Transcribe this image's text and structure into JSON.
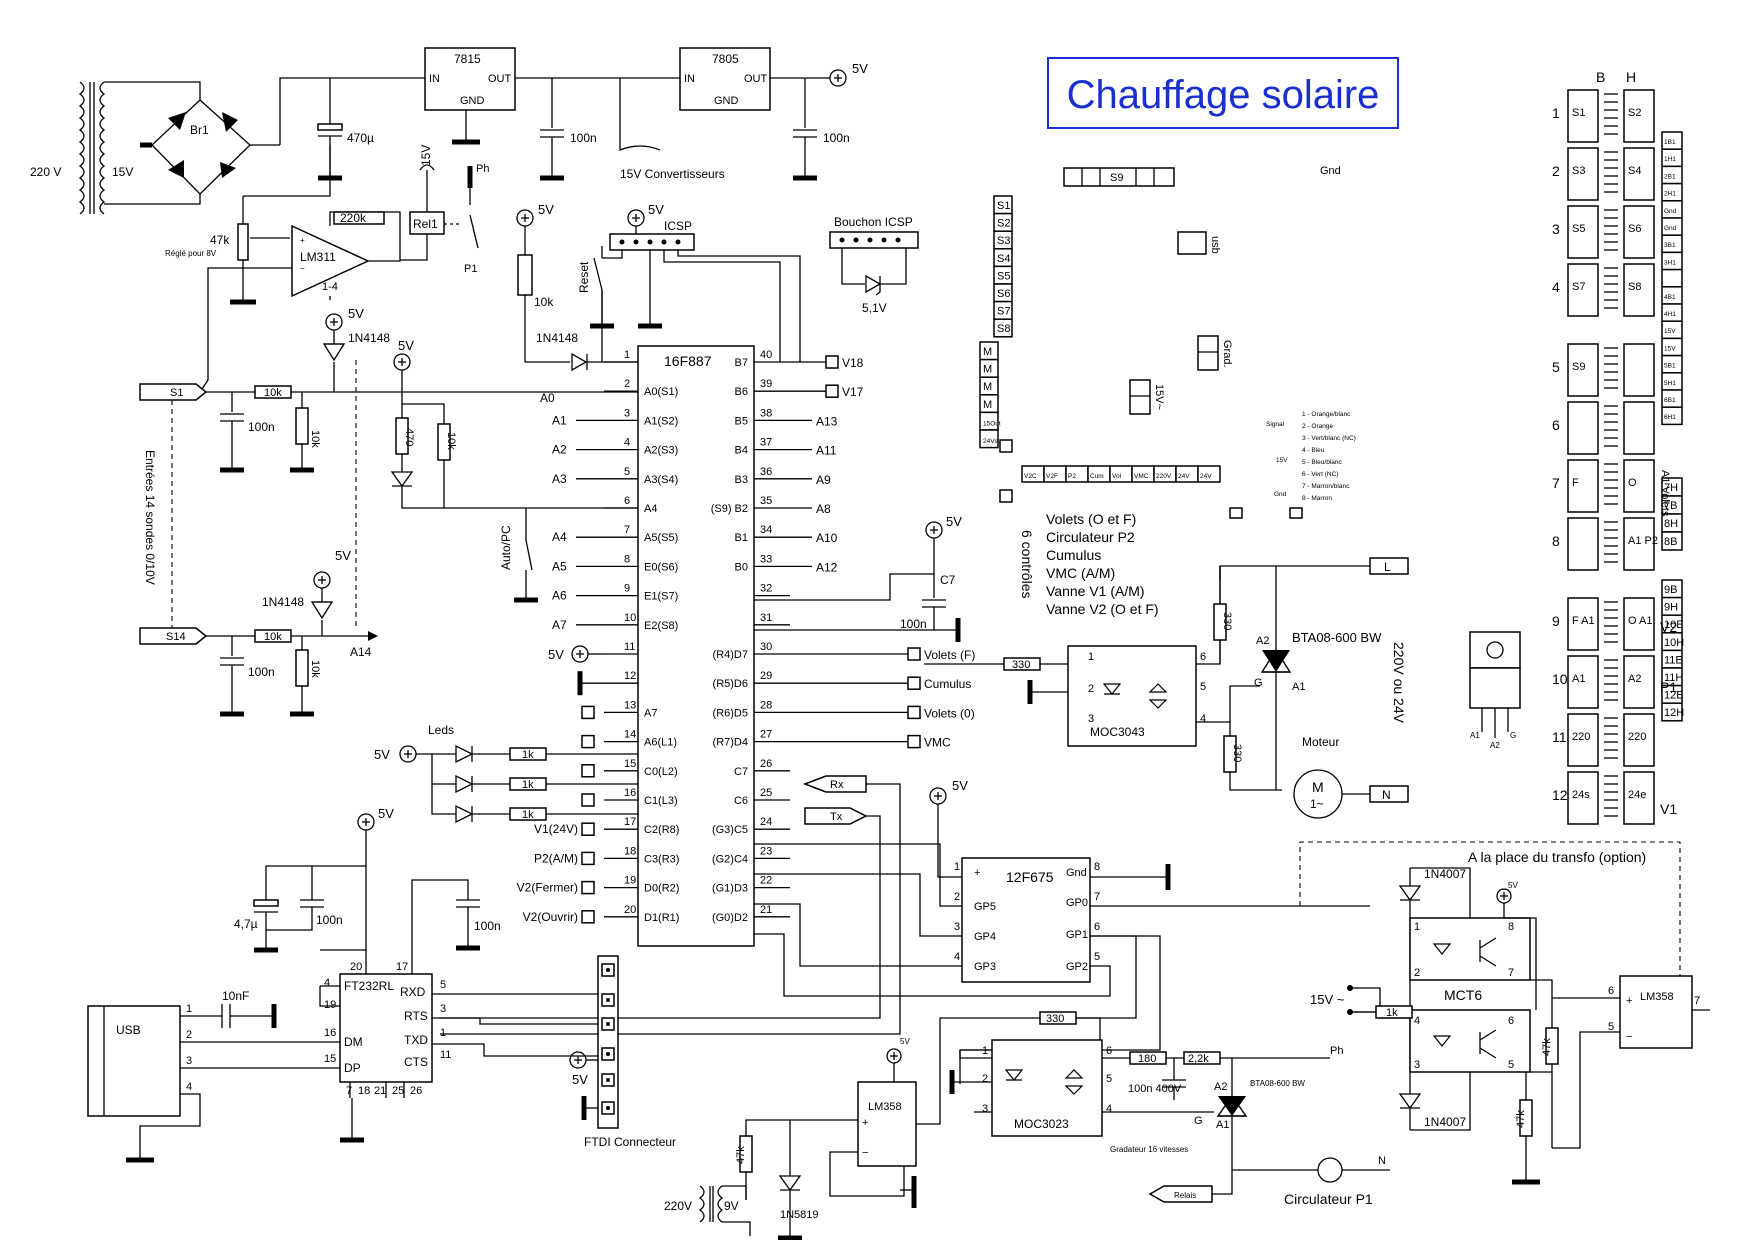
{
  "title": "Chauffage solaire",
  "regulators": {
    "r1": "7815",
    "r2": "7805",
    "in": "IN",
    "out": "OUT",
    "gnd": "GND"
  },
  "power": {
    "mains": "220 V",
    "secondary": "15V",
    "bridge": "Br1",
    "cap470": "470µ",
    "c100n": "100n",
    "v5": "5V",
    "v15": "15V",
    "conv": "15V Convertisseurs"
  },
  "relay": {
    "pot": "47k",
    "pot_note": "Réglé pour 8V",
    "opamp": "LM311",
    "r220k": "220k",
    "rel": "Rel1",
    "ph": "Ph",
    "p1": "P1",
    "pin1_4": "1-4"
  },
  "icsp": {
    "label": "ICSP",
    "plug": "Bouchon ICSP",
    "zener": "5,1V",
    "reset": "Reset",
    "r10k": "10k",
    "diode": "1N4148"
  },
  "mcu": {
    "name": "16F887",
    "left_pins": [
      {
        "n": "1",
        "label": ""
      },
      {
        "n": "2",
        "label": "A0(S1)"
      },
      {
        "n": "3",
        "label": "A1(S2)"
      },
      {
        "n": "4",
        "label": "A2(S3)"
      },
      {
        "n": "5",
        "label": "A3(S4)"
      },
      {
        "n": "6",
        "label": "A4"
      },
      {
        "n": "7",
        "label": "A5(S5)"
      },
      {
        "n": "8",
        "label": "E0(S6)"
      },
      {
        "n": "9",
        "label": "E1(S7)"
      },
      {
        "n": "10",
        "label": "E2(S8)"
      },
      {
        "n": "11",
        "label": ""
      },
      {
        "n": "12",
        "label": ""
      },
      {
        "n": "13",
        "label": "A7"
      },
      {
        "n": "14",
        "label": "A6(L1)"
      },
      {
        "n": "15",
        "label": "C0(L2)"
      },
      {
        "n": "16",
        "label": "C1(L3)"
      },
      {
        "n": "17",
        "label": "C2(R8)"
      },
      {
        "n": "18",
        "label": "C3(R3)"
      },
      {
        "n": "19",
        "label": "D0(R2)"
      },
      {
        "n": "20",
        "label": "D1(R1)"
      }
    ],
    "right_pins": [
      {
        "n": "40",
        "label": "B7"
      },
      {
        "n": "39",
        "label": "B6"
      },
      {
        "n": "38",
        "label": "B5"
      },
      {
        "n": "37",
        "label": "B4"
      },
      {
        "n": "36",
        "label": "B3"
      },
      {
        "n": "35",
        "label": "(S9) B2"
      },
      {
        "n": "34",
        "label": "B1"
      },
      {
        "n": "33",
        "label": "B0"
      },
      {
        "n": "32",
        "label": ""
      },
      {
        "n": "31",
        "label": ""
      },
      {
        "n": "30",
        "label": "(R4)D7"
      },
      {
        "n": "29",
        "label": "(R5)D6"
      },
      {
        "n": "28",
        "label": "(R6)D5"
      },
      {
        "n": "27",
        "label": "(R7)D4"
      },
      {
        "n": "26",
        "label": "C7"
      },
      {
        "n": "25",
        "label": "C6"
      },
      {
        "n": "24",
        "label": "(G3)C5"
      },
      {
        "n": "23",
        "label": "(G2)C4"
      },
      {
        "n": "22",
        "label": "(G1)D3"
      },
      {
        "n": "21",
        "label": "(G0)D2"
      }
    ],
    "left_nets": [
      "A0",
      "A1",
      "A2",
      "A3",
      "A4",
      "A5",
      "A6",
      "A7"
    ],
    "right_nets": [
      "V18",
      "V17",
      "A13",
      "A11",
      "A9",
      "A8",
      "A10",
      "A12"
    ],
    "left_io": [
      "V1(24V)",
      "P2(A/M)",
      "V2(Fermer)",
      "V2(Ouvrir)"
    ],
    "right_io": [
      "Volets (F)",
      "Cumulus",
      "Volets (0)",
      "VMC"
    ],
    "c7": "C7",
    "autopc": "Auto/PC",
    "leds": "Leds",
    "r1k": "1k",
    "rx": "Rx",
    "tx": "Tx"
  },
  "inputs": {
    "s1": "S1",
    "s14": "S14",
    "a14": "A14",
    "r10k": "10k",
    "r470": "470",
    "note": "Entrées 14 sondes 0/10V"
  },
  "moc3043": {
    "name": "MOC3043",
    "r330": "330",
    "triac": "BTA08-600 BW",
    "l": "L",
    "n": "N",
    "motor": "Moteur",
    "m": "M",
    "mains": "220V ou 24V",
    "a1": "A1",
    "a2": "A2",
    "g": "G"
  },
  "controls": {
    "label": "6 contrôles",
    "items": [
      "Volets (O et F)",
      "Circulateur P2",
      "Cumulus",
      "VMC (A/M)",
      "Vanne V1 (A/M)",
      "Vanne V2 (O et F)"
    ]
  },
  "pic12": {
    "name": "12F675",
    "pins_left": [
      "+",
      "GP5",
      "GP4",
      "GP3"
    ],
    "pins_right": [
      "Gnd",
      "GP0",
      "GP1",
      "GP2"
    ]
  },
  "usb": {
    "label": "USB",
    "cap": "10nF",
    "ftdi": "FT232RL",
    "sig_left": [
      "DM",
      "DP"
    ],
    "sig_right": [
      "RXD",
      "RTS",
      "TXD",
      "CTS"
    ],
    "bottom": [
      "7",
      "18",
      "21",
      "25",
      "26"
    ],
    "c47": "4,7µ",
    "c100n": "100n",
    "conn": "FTDI Connecteur"
  },
  "dimmer": {
    "moc": "MOC3023",
    "opamp": "LM358",
    "r330": "330",
    "r180": "180",
    "r22k": "2,2k",
    "cap": "100n 400V",
    "triac": "BTA08-600 BW",
    "label": "Gradateur 16 vitesses",
    "pump": "Circulateur P1",
    "relais": "Relais",
    "ph": "Ph",
    "n": "N",
    "r47k": "47k",
    "diode": "1N5819",
    "v220": "220V",
    "v9": "9V"
  },
  "option": {
    "title": "A la place du transfo (option)",
    "d1": "1N4007",
    "d2": "1N4007",
    "opto": "MCT6",
    "v15": "15V ~",
    "r1k": "1k",
    "r47k": "47k",
    "r47k2": "47k",
    "opamp": "LM358"
  },
  "board": {
    "s9": "S9",
    "gnd": "Gnd",
    "usb": "usb",
    "grad": "Grad.",
    "v15": "15V~",
    "sensors": [
      "S1",
      "S2",
      "S3",
      "S4",
      "S5",
      "S6",
      "S7",
      "S8"
    ],
    "mbox": [
      "M",
      "M",
      "M",
      "M",
      "15Out",
      "24Vs"
    ],
    "bottom": [
      "V2C",
      "V2F",
      "P2",
      "Cum",
      "Vol",
      "VMC",
      "220V",
      "24V",
      "24V"
    ]
  },
  "wiring_legend": {
    "signal": "Signal",
    "v15": "15V",
    "gnd": "Gnd",
    "items": [
      "1 - Orange/blanc",
      "2 - Orange",
      "3 - Vert/blanc (NC)",
      "4 - Bleu",
      "5 - Bleu/blanc",
      "6 - Vert (NC)",
      "7 - Marron/blanc",
      "8 - Marron"
    ]
  },
  "connectors": {
    "hdr_b": "B",
    "hdr_h": "H",
    "rows": [
      {
        "n": "1",
        "l": "S1",
        "r": "S2"
      },
      {
        "n": "2",
        "l": "S3",
        "r": "S4"
      },
      {
        "n": "3",
        "l": "S5",
        "r": "S6"
      },
      {
        "n": "4",
        "l": "S7",
        "r": "S8"
      },
      {
        "n": "5",
        "l": "S9",
        "r": ""
      },
      {
        "n": "6",
        "l": "",
        "r": ""
      },
      {
        "n": "7",
        "l": "F",
        "r": "O"
      },
      {
        "n": "8",
        "l": "",
        "r": "A1 P2"
      },
      {
        "n": "9",
        "l": "F A1",
        "r": "O A1"
      },
      {
        "n": "10",
        "l": "A1",
        "r": "A2"
      },
      {
        "n": "11",
        "l": "220",
        "r": "220"
      },
      {
        "n": "12",
        "l": "24s",
        "r": "24e"
      }
    ],
    "side": {
      "r7": "A1 Volets",
      "r9": "V2",
      "r10": "P1",
      "r12": "V1"
    },
    "tags_a": [
      "1B1",
      "1H1",
      "2B1",
      "2H1",
      "Gnd",
      "Gnd",
      "3B1",
      "3H1",
      "",
      "4B1",
      "4H1",
      "15V",
      "15V",
      "5B1",
      "5H1",
      "6B1",
      "6H1"
    ],
    "tags_b": [
      "7H",
      "7B",
      "8H",
      "8B"
    ],
    "tags_c": [
      "9B",
      "9H",
      "10E",
      "10H",
      "11E",
      "11H",
      "12E",
      "12H"
    ],
    "to220": [
      "A1",
      "A2",
      "G"
    ]
  }
}
